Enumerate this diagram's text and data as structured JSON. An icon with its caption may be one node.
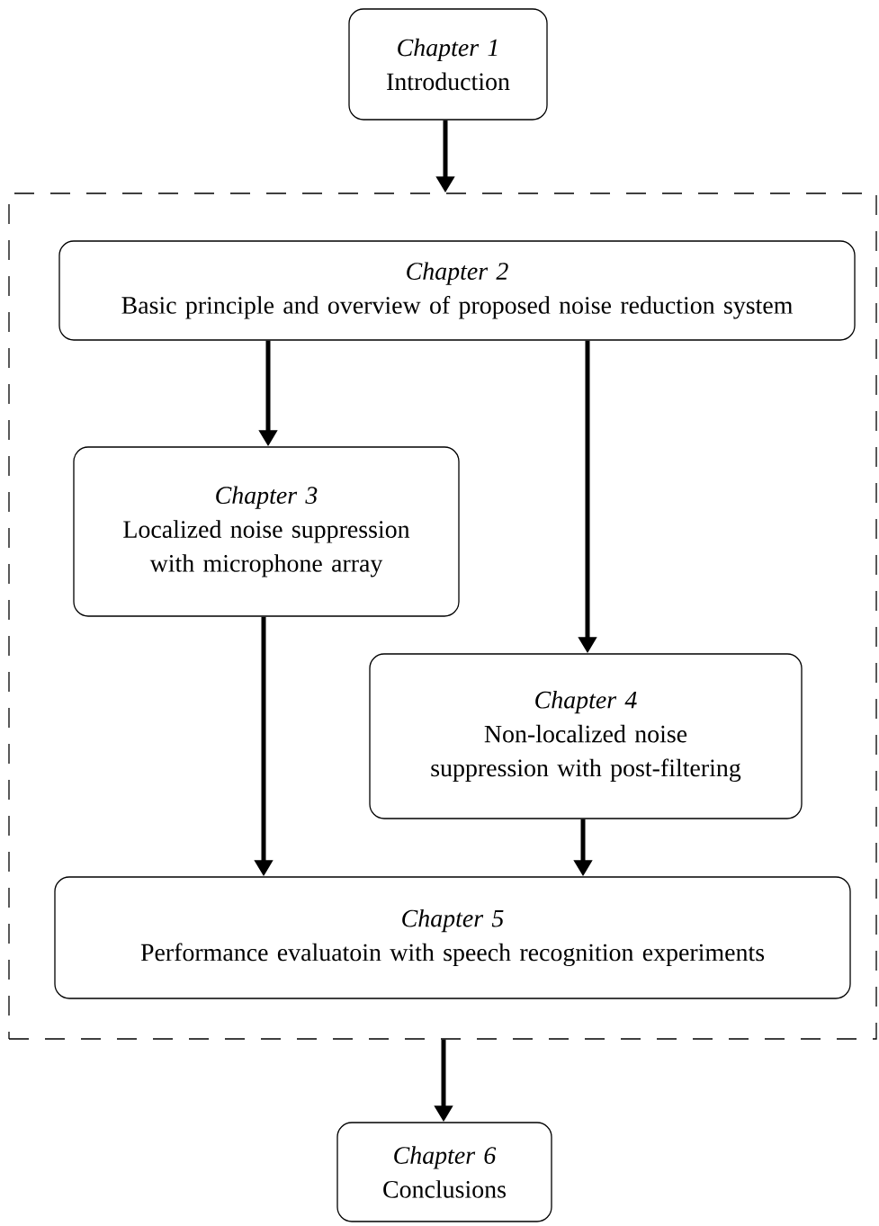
{
  "diagram": {
    "nodes": [
      {
        "text": [
          "Chapter 1",
          "Introduction"
        ]
      },
      {
        "text": [],
        "shape": "box"
      },
      {
        "text": [
          "Chapter 2",
          "Basic  principle and overview of proposed noise reduction system"
        ],
        "in": 1
      },
      {
        "text": [
          "Chapter 3",
          "Localized noise suppression with microphone array"
        ],
        "in": 1
      },
      {
        "text": [
          "Chapter 4",
          "Non-localized noise suppression with post-filtering"
        ],
        "in": 1
      },
      {
        "text": [
          "Chapter 5",
          "Performance evaluatoin with speech recognition experiments"
        ],
        "in": 1
      },
      {
        "text": [
          "Chapter 6",
          "Conclusions"
        ]
      }
    ],
    "edges": [
      {
        "from": 0,
        "to": 1,
        "arrow": "to"
      },
      {
        "from": 2,
        "to": 3,
        "arrow": "to"
      },
      {
        "from": 2,
        "to": 4,
        "arrow": "to"
      },
      {
        "from": 3,
        "to": 5,
        "arrow": "to"
      },
      {
        "from": 4,
        "to": 5,
        "arrow": "to"
      },
      {
        "from": 1,
        "to": 6,
        "arrow": "to"
      }
    ]
  }
}
